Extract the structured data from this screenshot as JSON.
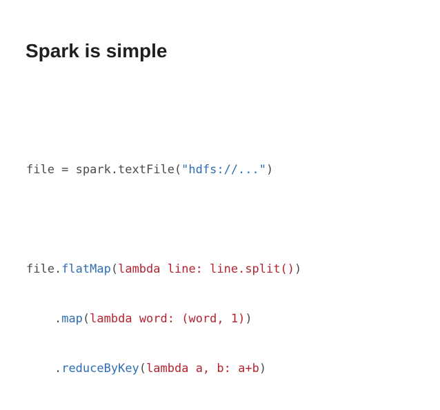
{
  "slide": {
    "title": "Spark is simple"
  },
  "code": {
    "line1": {
      "a": "file = spark.textFile(",
      "b": "\"hdfs://...\"",
      "c": ")"
    },
    "line2": {
      "a": "file.",
      "b": "flatMap",
      "c": "(",
      "d": "lambda line: line.split()",
      "e": ")"
    },
    "line3": {
      "indent": "    ",
      "a": ".",
      "b": "map",
      "c": "(",
      "d": "lambda word: (word, 1)",
      "e": ")"
    },
    "line4": {
      "indent": "    ",
      "a": ".",
      "b": "reduceByKey",
      "c": "(",
      "d": "lambda a, b: a+b",
      "e": ")"
    }
  },
  "colors": {
    "plain": "#4a4a4a",
    "blue": "#2e6db3",
    "red": "#b3232e"
  }
}
